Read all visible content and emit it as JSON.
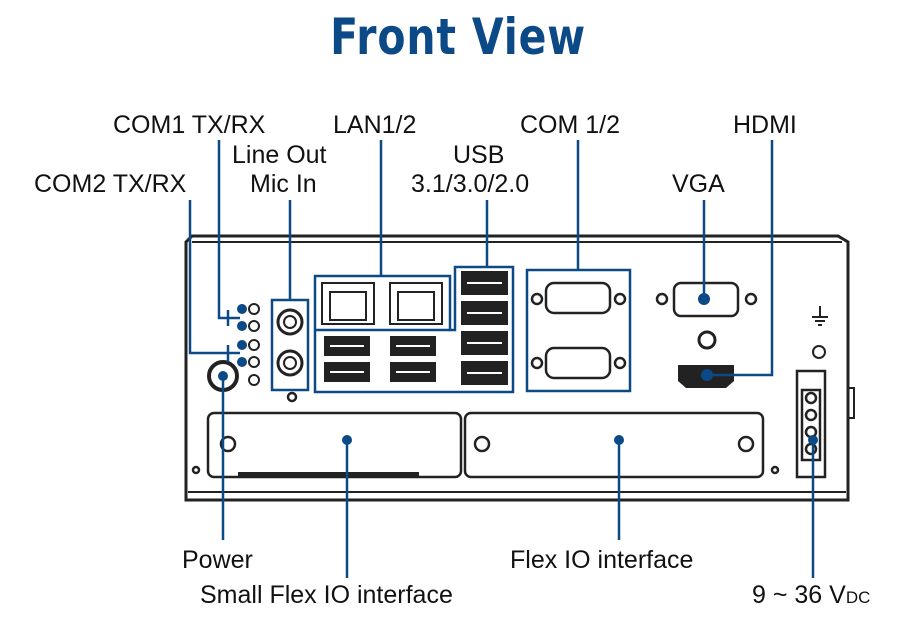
{
  "title": "Front View",
  "labels": {
    "com1": "COM1 TX/RX",
    "com2": "COM2 TX/RX",
    "lan": "LAN1/2",
    "lineout": "Line Out",
    "micin": "Mic In",
    "usb_line1": "USB",
    "usb_line2": "3.1/3.0/2.0",
    "com12": "COM 1/2",
    "hdmi": "HDMI",
    "vga": "VGA",
    "power": "Power",
    "small_flex": "Small Flex IO interface",
    "flex": "Flex IO interface",
    "dc_main": "9 ~ 36 V",
    "dc_sub": "DC"
  },
  "colors": {
    "accent": "#0b4a86",
    "outline": "#222222"
  }
}
